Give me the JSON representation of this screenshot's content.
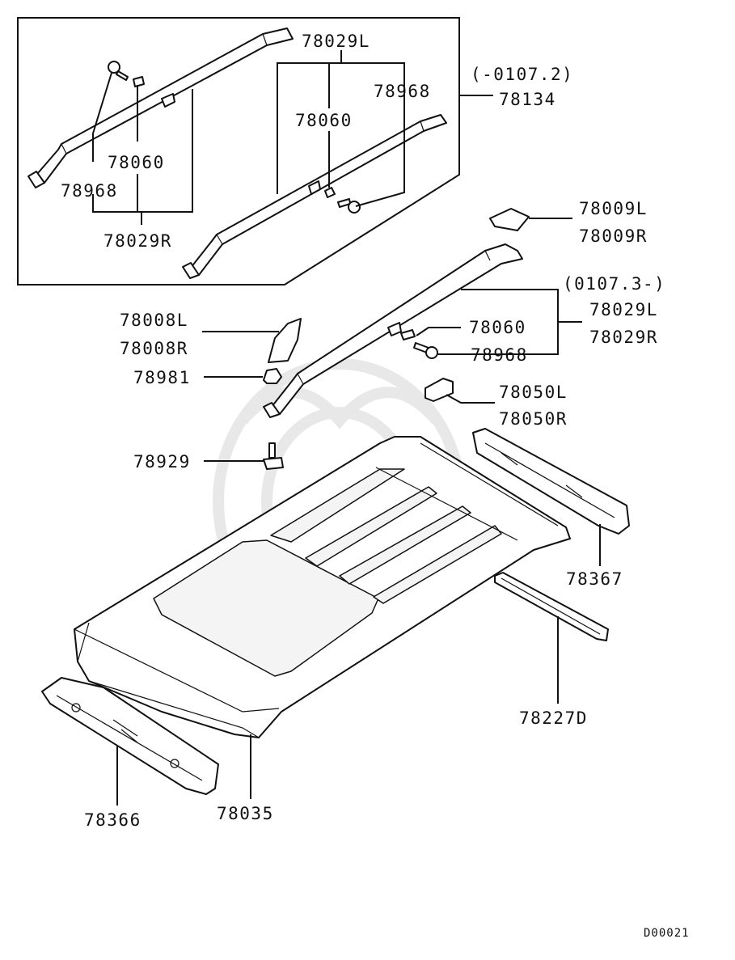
{
  "labels": {
    "inset_rail_left": "78029L",
    "inset_range": "(-0107.2)",
    "inset_assy": "78134",
    "inset_bolt_right": "78968",
    "inset_clip_right": "78060",
    "inset_clip_left": "78060",
    "inset_bolt_left": "78968",
    "inset_rail_right": "78029R",
    "cover_rear_l": "78009L",
    "cover_rear_r": "78009R",
    "range_new": "(0107.3-)",
    "rail_l": "78029L",
    "rail_r": "78029R",
    "clip": "78060",
    "bolt": "78968",
    "cover_front_l": "78008L",
    "cover_front_r": "78008R",
    "nut": "78981",
    "center_cover_l": "78050L",
    "center_cover_r": "78050R",
    "screw": "78929",
    "rear_header": "78367",
    "drip_rail": "78227D",
    "roof_panel": "78035",
    "front_header": "78366",
    "diagram_code": "D00021"
  }
}
